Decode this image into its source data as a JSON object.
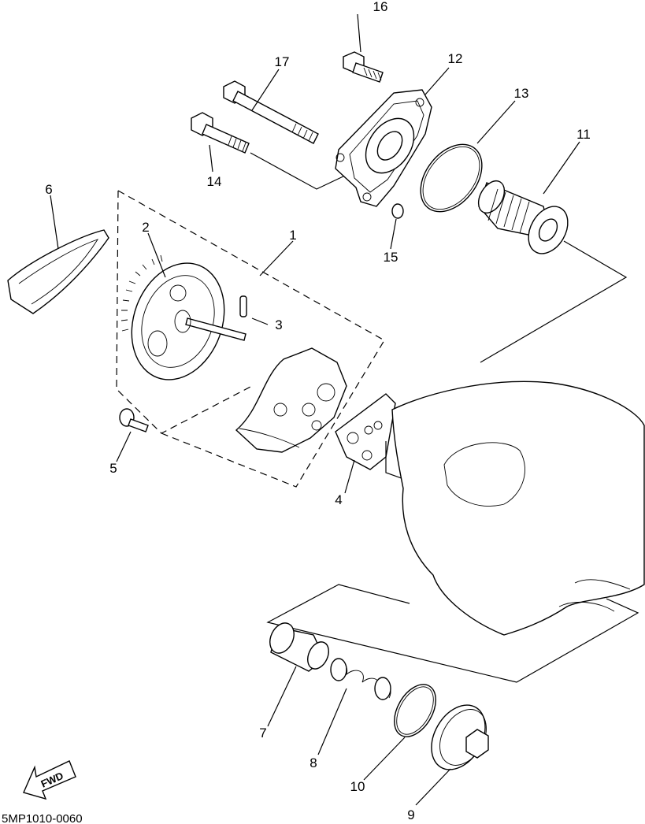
{
  "diagram": {
    "callouts": {
      "c1": "1",
      "c2": "2",
      "c3": "3",
      "c4": "4",
      "c5": "5",
      "c6": "6",
      "c7": "7",
      "c8": "8",
      "c9": "9",
      "c10": "10",
      "c11": "11",
      "c12": "12",
      "c13": "13",
      "c14": "14",
      "c15": "15",
      "c16": "16",
      "c17": "17"
    },
    "fwd_label": "FWD",
    "figure_code": "5MP1010-0060"
  }
}
